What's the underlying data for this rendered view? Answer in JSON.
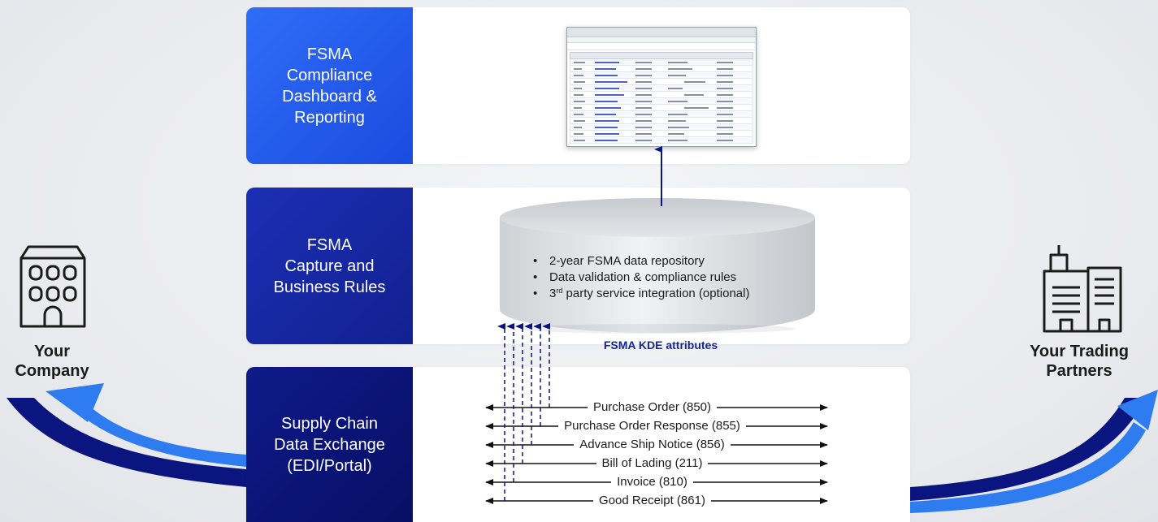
{
  "tiers": {
    "dashboard": {
      "label": "FSMA\nCompliance\nDashboard &\nReporting"
    },
    "capture": {
      "label": "FSMA\nCapture and\nBusiness Rules"
    },
    "exchange": {
      "label": "Supply Chain\nData Exchange\n(EDI/Portal)"
    }
  },
  "company": {
    "label": "Your\nCompany",
    "icon": "building-icon"
  },
  "partners": {
    "label": "Your Trading\nPartners",
    "icon": "office-towers-icon"
  },
  "repository": {
    "items": [
      {
        "text": "2-year FSMA data repository"
      },
      {
        "text": "Data validation & compliance rules"
      },
      {
        "pre": "3",
        "sup": "rd",
        "post": " party service integration (optional)"
      }
    ]
  },
  "kde_label": "FSMA KDE attributes",
  "messages": [
    "Purchase Order (850)",
    "Purchase Order Response (855)",
    "Advance Ship Notice (856)",
    "Bill of Lading (211)",
    "Invoice (810)",
    "Good Receipt (861)"
  ],
  "colors": {
    "navy": "#0b1580",
    "bright_blue": "#2f7cf0",
    "tier_top": "#2f6df6",
    "tier_mid": "#1b2fb5",
    "tier_bot": "#0f1a8a"
  }
}
